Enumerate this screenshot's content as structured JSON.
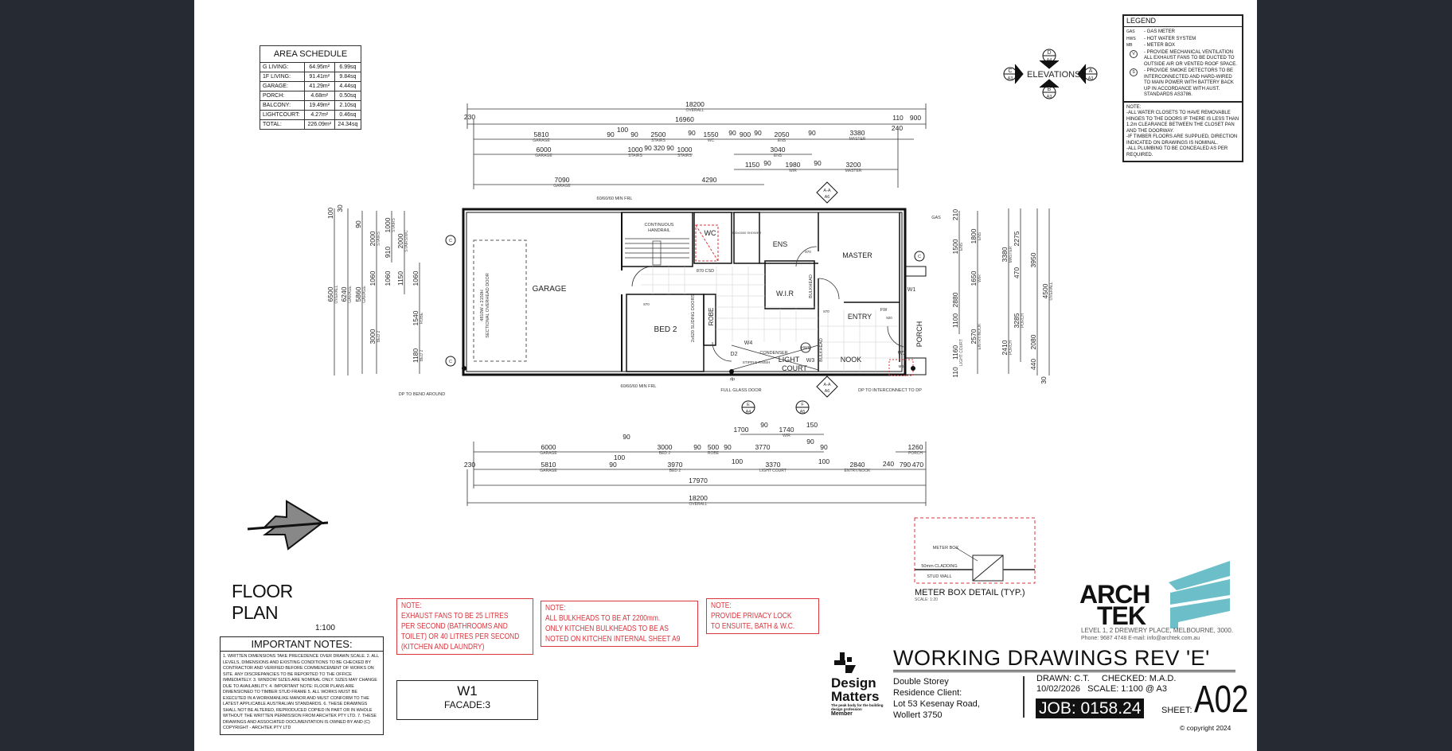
{
  "area_schedule": {
    "title": "AREA SCHEDULE",
    "rows": [
      {
        "name": "G LIVING:",
        "m2": "64.95m²",
        "sq": "6.99sq"
      },
      {
        "name": "1F LIVING:",
        "m2": "91.41m²",
        "sq": "9.84sq"
      },
      {
        "name": "GARAGE:",
        "m2": "41.29m²",
        "sq": "4.44sq"
      },
      {
        "name": "PORCH:",
        "m2": "4.68m²",
        "sq": "0.50sq"
      },
      {
        "name": "BALCONY:",
        "m2": "19.49m²",
        "sq": "2.10sq"
      },
      {
        "name": "LIGHTCOURT:",
        "m2": "4.27m²",
        "sq": "0.46sq"
      },
      {
        "name": "TOTAL:",
        "m2": "226.09m²",
        "sq": "24.34sq"
      }
    ]
  },
  "elevations": {
    "label": "ELEVATIONS",
    "markers": [
      {
        "letter": "D",
        "sheet": "A4"
      },
      {
        "letter": "C",
        "sheet": "A3"
      },
      {
        "letter": "B",
        "sheet": "A3"
      },
      {
        "letter": "A",
        "sheet": "A3"
      }
    ]
  },
  "legend": {
    "title": "LEGEND",
    "items": [
      {
        "code": "GAS",
        "text": "- GAS METER"
      },
      {
        "code": "HWS",
        "text": "- HOT WATER SYSTEM"
      },
      {
        "code": "MB",
        "text": "- METER BOX"
      },
      {
        "code": "V",
        "text": "- PROVIDE MECHANICAL VENTILATION ALL EXHAUST FANS TO BE DUCTED TO OUTSIDE AIR OR VENTED ROOF SPACE."
      },
      {
        "code": "S",
        "text": "- PROVIDE SMOKE DETECTORS TO BE INTERCONNECTED AND HARD-WIRED TO MAIN POWER WITH BATTERY BACK UP IN ACCORDANCE WITH AUST. STANDARDS AS3786."
      }
    ],
    "note_title": "NOTE:",
    "notes": [
      "-ALL WATER CLOSETS TO HAVE REMOVABLE HINGES TO THE DOORS IF THERE IS LESS THAN 1.2m CLEARANCE BETWEEN THE CLOSET PAN AND THE DOORWAY.",
      "-IF TIMBER FLOORS ARE SUPPLIED, DIRECTION INDICATED ON DRAWINGS IS NOMINAL.",
      "-ALL PLUMBING TO BE CONCEALED AS PER REQUIRED."
    ]
  },
  "rooms": {
    "garage": "GARAGE",
    "garage_door": "4810W x 2150H",
    "garage_door2": "SECTIONAL OVERHEAD DOOR",
    "stairs_handrail": "CONTINUOUS",
    "stairs_handrail2": "HANDRAIL",
    "wc": "WC",
    "ens": "ENS",
    "master": "MASTER",
    "wir": "W.I.R",
    "bulkhead": "BULKHEAD",
    "bed2": "BED 2",
    "robe": "ROBE",
    "sliding": "2x620 SLIDING DOORS",
    "entry": "ENTRY",
    "nook": "NOOK",
    "light": "LIGHT",
    "court": "COURT",
    "condenser": "CONDENSER",
    "w1": "W1",
    "w2": "W2",
    "w3": "W3",
    "w4": "W4",
    "d2": "D2",
    "fw": "FW",
    "hws": "HWS",
    "mb": "MB",
    "gas": "GAS",
    "porch": "PORCH",
    "csd": "870 CSD",
    "door870": "870",
    "door920": "920",
    "shower": "900x1500 SHOWER",
    "stipple": "STIPPLE FINISH"
  },
  "annotations": {
    "frl_top": "60/60/60 MIN FRL",
    "frl_bottom": "60/60/60 MIN FRL",
    "dp_bend": "DP TO BEND AROUND",
    "full_glass": "FULL GLASS DOOR",
    "dp_interconnect": "DP TO INTERCONNECT TO DP",
    "dp": "dp",
    "section_aa": "A-A",
    "section_sheet": "A6",
    "e_marker": "E",
    "e_sheet": "A4",
    "f_marker": "F",
    "f_sheet": "A5",
    "c_marker": "C",
    "c_sheet": "A3"
  },
  "dims_top": [
    {
      "v": "18200",
      "l": "OVERALL"
    },
    {
      "v": "230"
    },
    {
      "v": "16960"
    },
    {
      "v": "5810",
      "l": "GARAGE"
    },
    {
      "v": "90"
    },
    {
      "v": "100"
    },
    {
      "v": "90"
    },
    {
      "v": "2500",
      "l": "STAIRS"
    },
    {
      "v": "90"
    },
    {
      "v": "1550",
      "l": "WC"
    },
    {
      "v": "90"
    },
    {
      "v": "900"
    },
    {
      "v": "90"
    },
    {
      "v": "2050",
      "l": "ENS"
    },
    {
      "v": "90"
    },
    {
      "v": "3380",
      "l": "MASTER"
    },
    {
      "v": "240"
    },
    {
      "v": "110"
    },
    {
      "v": "900"
    },
    {
      "v": "6000",
      "l": "GARAGE"
    },
    {
      "v": "1000",
      "l": "STAIRS"
    },
    {
      "v": "90"
    },
    {
      "v": "320"
    },
    {
      "v": "90"
    },
    {
      "v": "1000",
      "l": "STAIRS"
    },
    {
      "v": "3040",
      "l": "ENS"
    },
    {
      "v": "1150"
    },
    {
      "v": "90"
    },
    {
      "v": "1980",
      "l": "WIR"
    },
    {
      "v": "90"
    },
    {
      "v": "3200",
      "l": "MASTER"
    },
    {
      "v": "7090",
      "l": "GARAGE"
    },
    {
      "v": "4290"
    }
  ],
  "dims_bottom": [
    {
      "v": "1700"
    },
    {
      "v": "90"
    },
    {
      "v": "1740",
      "l": "WIR"
    },
    {
      "v": "150"
    },
    {
      "v": "90"
    },
    {
      "v": "6000",
      "l": "GARAGE"
    },
    {
      "v": "3000",
      "l": "BED 2"
    },
    {
      "v": "90"
    },
    {
      "v": "500",
      "l": "ROBE"
    },
    {
      "v": "90"
    },
    {
      "v": "3770"
    },
    {
      "v": "90"
    },
    {
      "v": "90"
    },
    {
      "v": "1260",
      "l": "PORCH"
    },
    {
      "v": "230"
    },
    {
      "v": "5810",
      "l": "GARAGE"
    },
    {
      "v": "100"
    },
    {
      "v": "90"
    },
    {
      "v": "3970",
      "l": "BED 2"
    },
    {
      "v": "100"
    },
    {
      "v": "3370",
      "l": "LIGHT COURT"
    },
    {
      "v": "100"
    },
    {
      "v": "2840",
      "l": "ENTRY/NOOK"
    },
    {
      "v": "240"
    },
    {
      "v": "790"
    },
    {
      "v": "470"
    },
    {
      "v": "17970"
    },
    {
      "v": "18200",
      "l": "OVERALL"
    }
  ],
  "dims_left": [
    {
      "v": "6500",
      "l": "OVERALL"
    },
    {
      "v": "6240",
      "l": "GARAGE"
    },
    {
      "v": "5860",
      "l": "GARAGE"
    },
    {
      "v": "2000",
      "l": "STAIRS"
    },
    {
      "v": "1060"
    },
    {
      "v": "3000",
      "l": "BED 2"
    },
    {
      "v": "1000",
      "l": "STAIRS"
    },
    {
      "v": "910"
    },
    {
      "v": "1060"
    },
    {
      "v": "2000",
      "l": "STAIRS/WC"
    },
    {
      "v": "1150"
    },
    {
      "v": "1060"
    },
    {
      "v": "1540",
      "l": "ROBE"
    },
    {
      "v": "1180",
      "l": "BED 2"
    },
    {
      "v": "100"
    },
    {
      "v": "30"
    },
    {
      "v": "90"
    }
  ],
  "dims_right": [
    {
      "v": "210"
    },
    {
      "v": "1500",
      "l": "ENS"
    },
    {
      "v": "2880"
    },
    {
      "v": "1100"
    },
    {
      "v": "1160",
      "l": "LIGHT COURT"
    },
    {
      "v": "110"
    },
    {
      "v": "1800",
      "l": "ENS"
    },
    {
      "v": "1650",
      "l": "WIR"
    },
    {
      "v": "2570",
      "l": "ENTRY/NOOK"
    },
    {
      "v": "3380",
      "l": "MASTER"
    },
    {
      "v": "2410",
      "l": "PORCH"
    },
    {
      "v": "2275"
    },
    {
      "v": "470"
    },
    {
      "v": "3285",
      "l": "PORCH"
    },
    {
      "v": "3950"
    },
    {
      "v": "2080"
    },
    {
      "v": "4500",
      "l": "OVERALL"
    },
    {
      "v": "440"
    },
    {
      "v": "30"
    }
  ],
  "plan_title": {
    "title": "FLOOR PLAN",
    "scale": "1:100"
  },
  "important_notes": {
    "title": "IMPORTANT NOTES:",
    "body": "1. WRITTEN DIMENSIONS TAKE PRECEDENCE OVER DRAWN SCALE. 2. ALL LEVELS, DIMENSIONS AND EXISTING CONDITIONS TO BE CHECKED BY CONTRACTOR AND VERIFIED BEFORE COMMENCEMENT OF WORKS ON SITE. ANY DISCREPANCIES TO BE REPORTED TO THE OFFICE IMMEDIATELY. 3. WINDOW SIZES ARE NOMINAL ONLY. SIZES MAY CHANGE DUE TO AVAILABILITY. 4. IMPORTANT NOTE: FLOOR PLANS ARE DIMENSIONED TO TIMBER STUD FRAME 5. ALL WORKS MUST BE EXECUTED IN A WORKMANLIKE MANOR AND MUST CONFORM TO THE LATEST APPLICABLE AUSTRALIAN STANDARDS. 6. THESE DRAWINGS SHALL NOT BE ALTERED, REPRODUCED COPIED IN PART OR IN WHOLE WITHOUT THE WRITTEN PERMISSION FROM ARCHTEK PTY LTD. 7. THESE DRAWINGS AND ASSOCIATED DOCUMENTATION IS OWNED BY AND (C) COPYRIGHT - ARCHTEK PTY LTD"
  },
  "facade": {
    "name": "W1",
    "label": "FACADE:3"
  },
  "red_notes": [
    {
      "title": "NOTE:",
      "lines": [
        "EXHAUST FANS TO BE 25 LITRES",
        "PER SECOND (BATHROOMS AND",
        "TOILET) OR 40 LITRES PER SECOND",
        "(KITCHEN AND LAUNDRY)"
      ]
    },
    {
      "title": "NOTE:",
      "lines": [
        "ALL BULKHEADS TO BE AT 2200mm.",
        "ONLY KITCHEN BULKHEADS TO BE AS",
        "NOTED ON KITCHEN INTERNAL SHEET A9"
      ]
    },
    {
      "title": "NOTE:",
      "lines": [
        "PROVIDE PRIVACY LOCK",
        "TO ENSUITE, BATH & W.C."
      ]
    }
  ],
  "meter_box": {
    "title": "METER BOX DETAIL (TYP.)",
    "scale": "SCALE: 1:20",
    "label_box": "METER BOX",
    "label_cladding": "50mm CLADDING",
    "label_stud": "STUD WALL"
  },
  "company": {
    "logo_line1": "ARCH",
    "logo_line2": "TEK",
    "address": "LEVEL 1, 2 DREWERY PLACE, MELBOURNE, 3000.",
    "contact": "Phone: 9687 4748 E-mail: info@archtek.com.au",
    "accent_color": "#6cbfc8"
  },
  "design_matters": {
    "line1": "Design",
    "line2": "Matters",
    "tagline": "The peak body for the building design profession",
    "member": "Member"
  },
  "title_block": {
    "title": "WORKING DRAWINGS REV 'E'",
    "client_lines": [
      "Double Storey",
      "Residence Client:",
      "Lot 53 Kesenay Road,",
      "Wollert 3750"
    ],
    "drawn": "DRAWN:  C.T.",
    "checked": "CHECKED: M.A.D.",
    "date": "10/02/2026",
    "scale": "SCALE: 1:100 @ A3",
    "job": "JOB:  0158.24",
    "sheet_label": "SHEET:",
    "sheet": "A02",
    "copyright": "© copyright 2024"
  }
}
